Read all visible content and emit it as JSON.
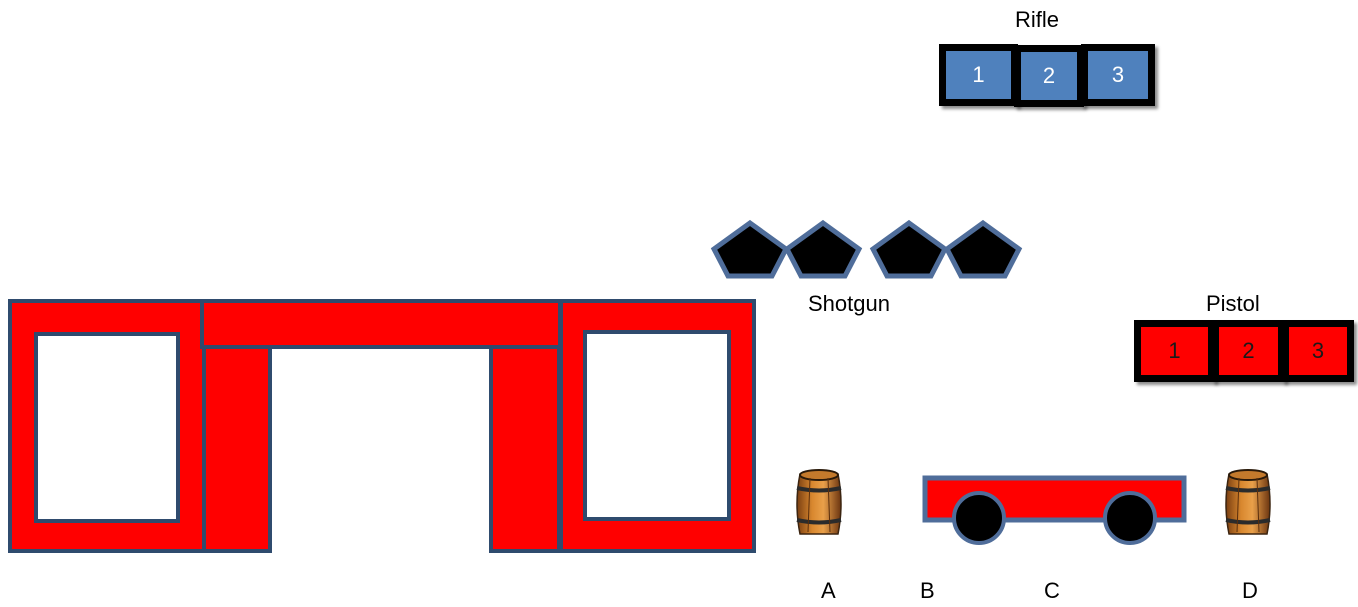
{
  "colors": {
    "rifle_target": "#4f81bd",
    "pistol_target": "#ff0000",
    "structure_fill": "#ff0000",
    "structure_outline": "#2f4b6e",
    "shotgun_target": "#000000",
    "shotgun_outline": "#4f6d9a"
  },
  "rifle": {
    "label": "Rifle",
    "targets": [
      "1",
      "2",
      "3"
    ]
  },
  "shotgun": {
    "label": "Shotgun",
    "target_count": 4
  },
  "pistol": {
    "label": "Pistol",
    "targets": [
      "1",
      "2",
      "3"
    ]
  },
  "positions": [
    "A",
    "B",
    "C",
    "D"
  ],
  "props": [
    "barrel-icon",
    "wagon-icon",
    "barrel-icon"
  ]
}
